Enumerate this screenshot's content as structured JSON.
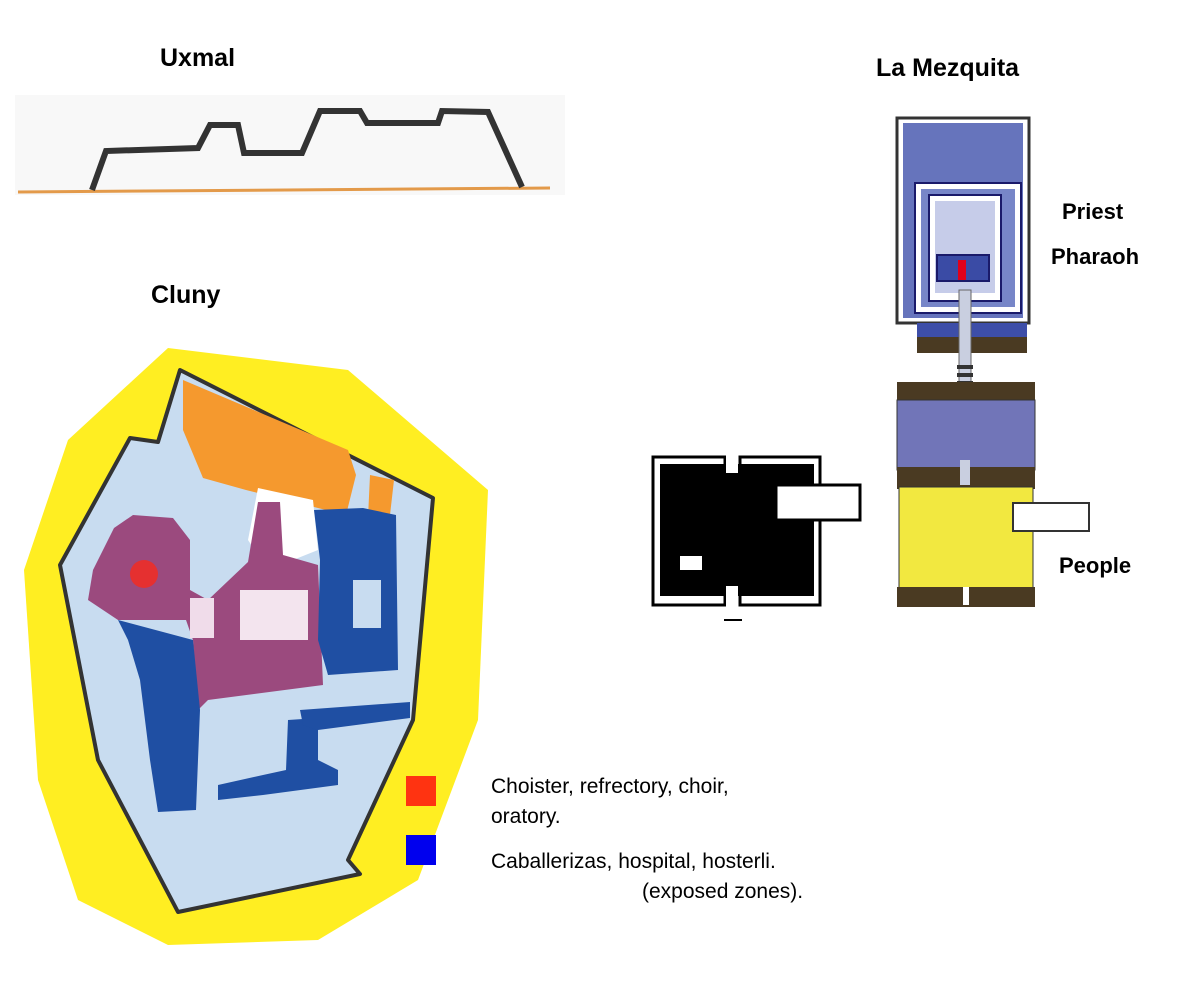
{
  "uxmal": {
    "title": "Uxmal"
  },
  "mezquita": {
    "title": "La Mezquita",
    "labels": {
      "priest": "Priest",
      "pharaoh": "Pharaoh",
      "people": "People"
    }
  },
  "cluny": {
    "title": "Cluny"
  },
  "legend": {
    "items": [
      {
        "line1": "Choister, refrectory, choir,",
        "line2": "oratory.",
        "color": "#ff3311"
      },
      {
        "line1": "Caballerizas, hospital, hosterli.",
        "line2": "(exposed zones).",
        "color": "#0000ee"
      }
    ]
  },
  "colors": {
    "yellow": "#ffee22",
    "light_blue": "#c8dcf0",
    "purple": "#9b4a7e",
    "dark_blue": "#1f4fa3",
    "orange": "#f5992e",
    "mezquita_blue": "#4b5cb0",
    "mezquita_yellow": "#f2e840",
    "brown": "#4a3a22"
  }
}
